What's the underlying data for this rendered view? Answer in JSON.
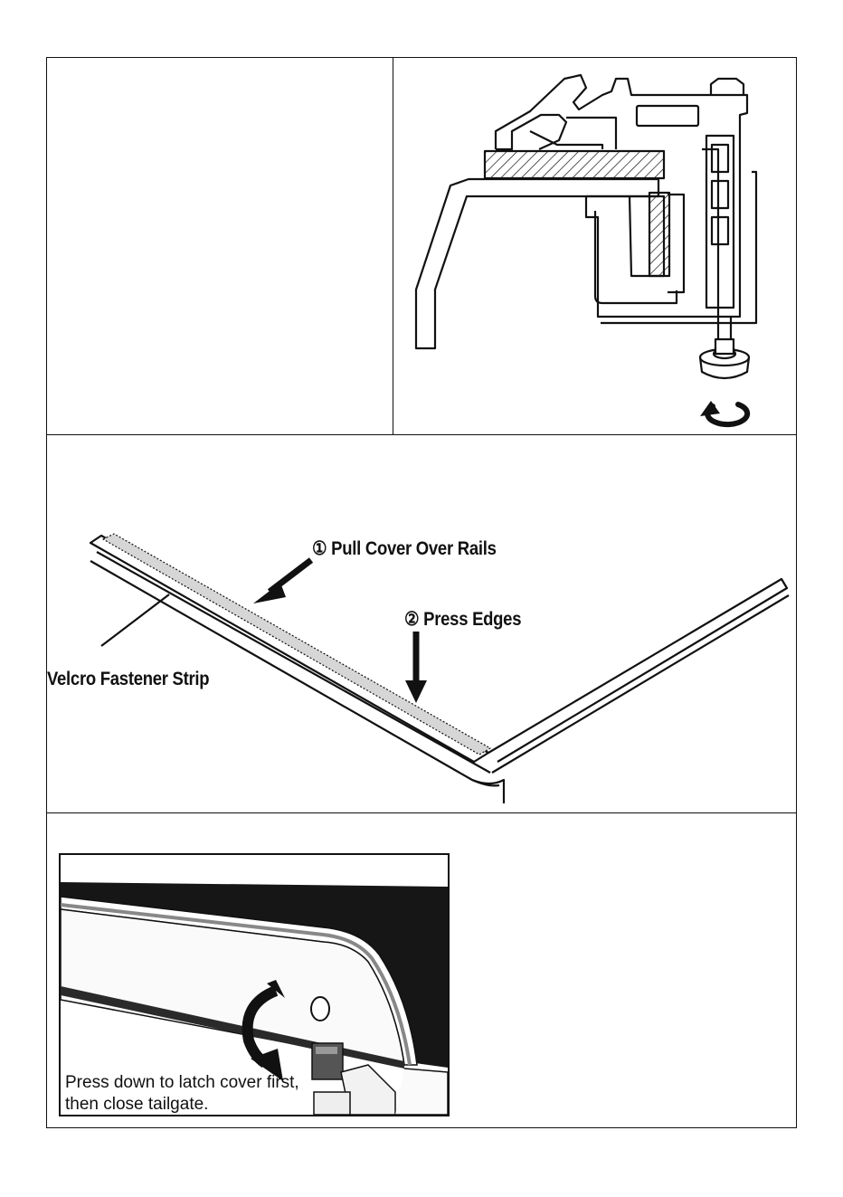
{
  "panels": {
    "clamp": {
      "icon": "rotate-arrow-icon"
    },
    "cover": {
      "step1_label": "① Pull Cover Over Rails",
      "step2_label": "② Press Edges",
      "velcro_label": "Velcro Fastener Strip"
    },
    "latch": {
      "caption_line1": "Press down to latch cover first,",
      "caption_line2": "then close tailgate.",
      "icon": "curved-arrow-down-icon"
    }
  },
  "colors": {
    "line": "#111111",
    "strip_fill": "#d6d6d6",
    "cover_dark": "#161616"
  }
}
